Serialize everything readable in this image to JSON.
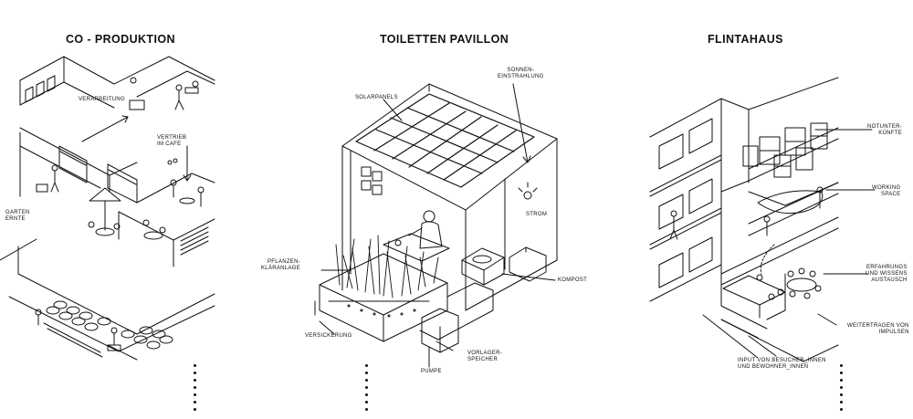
{
  "panels": [
    {
      "title": "CO - PRODUKTION",
      "labels": {
        "verarbeitung": "VERARBEITUNG",
        "vertrieb": "VERTRIEB\nIM CAFE",
        "garten": "GARTEN\nERNTE"
      }
    },
    {
      "title": "TOILETTEN PAVILLON",
      "labels": {
        "solarpanels": "SOLARPANELS",
        "sonnen": "SONNEN-\nEINSTRAHLUNG",
        "strom": "STROM",
        "pflanzen": "PFLANZEN-\nKLÄRANLAGE",
        "kompost": "KOMPOST",
        "versickerung": "VERSICKERUNG",
        "vorlager": "VORLAGER-\nSPEICHER",
        "pumpe": "PUMPE"
      }
    },
    {
      "title": "FLINTAHAUS",
      "labels": {
        "notunter": "NOTUNTER-\nKÜNFTE",
        "working": "WORKING\nSPACE",
        "erfahrungs": "ERFAHRUNGS\nUND WISSENS\nAUSTAUSCH",
        "weitertragen": "WEITERTRAGEN VON\nIMPULSEN",
        "input": "INPUT VON BESUCHER_INNEN\nUND BEWOHNER_INNEN"
      }
    }
  ]
}
